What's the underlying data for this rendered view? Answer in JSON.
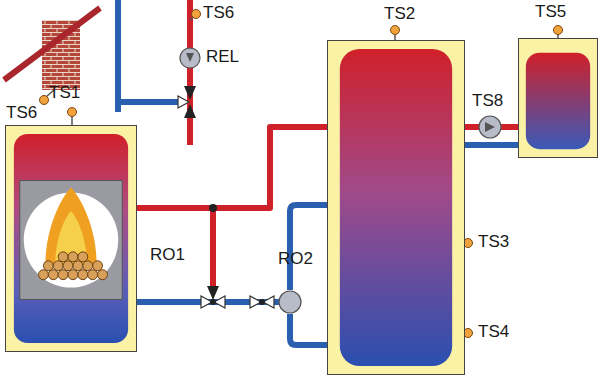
{
  "diagram": {
    "nodes": [
      {
        "text": [
          "TS1"
        ]
      },
      {
        "text": [
          "TS2"
        ]
      },
      {
        "text": [
          "TS5"
        ]
      }
    ],
    "edges": [
      {
        "from": 0,
        "to": 1,
        "arrow": "none"
      },
      {
        "from": 1,
        "to": 2,
        "arrow": "none"
      }
    ],
    "labels": [
      "TS6",
      "REL",
      "TS6",
      "RO1",
      "RO2",
      "TS8",
      "TS3",
      "TS4"
    ]
  }
}
